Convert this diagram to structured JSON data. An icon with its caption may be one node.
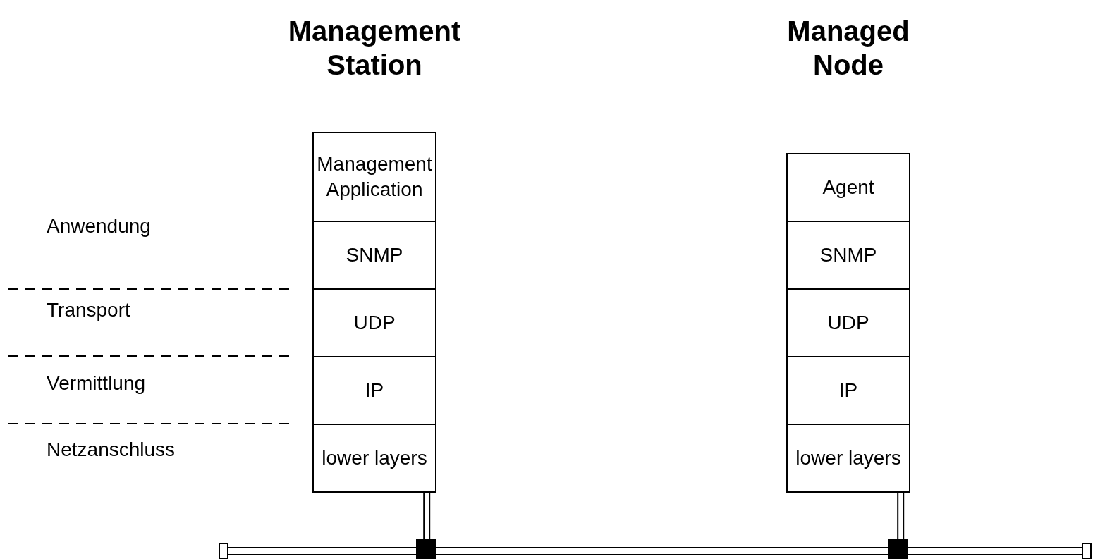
{
  "diagram": {
    "nodes": [
      {
        "text": [
          "Management Station"
        ]
      },
      {
        "text": [
          "Management Application"
        ],
        "in": 0
      },
      {
        "text": [
          "SNMP"
        ],
        "in": 0
      },
      {
        "text": [
          "UDP"
        ],
        "in": 0
      },
      {
        "text": [
          "IP"
        ],
        "in": 0
      },
      {
        "text": [
          "lower layers"
        ],
        "in": 0
      },
      {
        "text": [
          "Managed Node"
        ]
      },
      {
        "text": [
          "Agent"
        ],
        "in": 6
      },
      {
        "text": [
          "SNMP"
        ],
        "in": 6
      },
      {
        "text": [
          "UDP"
        ],
        "in": 6
      },
      {
        "text": [
          "IP"
        ],
        "in": 6
      },
      {
        "text": [
          "lower layers"
        ],
        "in": 6
      },
      {
        "text": [],
        "shape": "bar"
      }
    ],
    "edges": [
      {
        "from": 5,
        "to": 12,
        "arrow": "none"
      },
      {
        "from": 11,
        "to": 12,
        "arrow": "none"
      }
    ],
    "labels": [
      "Anwendung",
      "Transport",
      "Vermittlung",
      "Netzanschluss"
    ]
  }
}
